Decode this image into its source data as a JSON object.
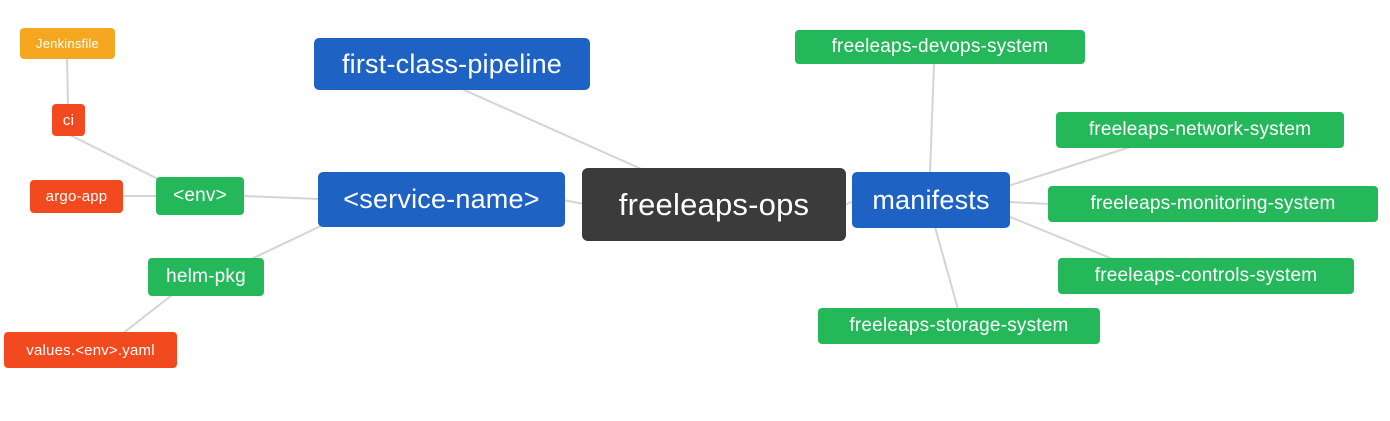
{
  "diagram": {
    "type": "mindmap",
    "root_label": "freeleaps-ops",
    "colors": {
      "root_node": "#3b3b3b",
      "primary_node": "#1e63c4",
      "secondary_node": "#25b85a",
      "accent_node": "#f24a1e",
      "amber_node": "#f5a81f",
      "edge": "#d4d4d4",
      "text": "#ffffff"
    },
    "nodes": {
      "root": {
        "label": "freeleaps-ops"
      },
      "first_class_pipeline": {
        "label": "first-class-pipeline"
      },
      "service_name": {
        "label": "<service-name>"
      },
      "env": {
        "label": "<env>"
      },
      "ci": {
        "label": "ci"
      },
      "jenkinsfile": {
        "label": "Jenkinsfile"
      },
      "argo_app": {
        "label": "argo-app"
      },
      "helm_pkg": {
        "label": "helm-pkg"
      },
      "values_env_yaml": {
        "label": "values.<env>.yaml"
      },
      "manifests": {
        "label": "manifests"
      },
      "devops_system": {
        "label": "freeleaps-devops-system"
      },
      "network_system": {
        "label": "freeleaps-network-system"
      },
      "monitoring_system": {
        "label": "freeleaps-monitoring-system"
      },
      "controls_system": {
        "label": "freeleaps-controls-system"
      },
      "storage_system": {
        "label": "freeleaps-storage-system"
      }
    },
    "edges": [
      [
        "jenkinsfile",
        "ci"
      ],
      [
        "ci",
        "env"
      ],
      [
        "argo_app",
        "env"
      ],
      [
        "env",
        "service_name"
      ],
      [
        "service_name",
        "helm_pkg"
      ],
      [
        "helm_pkg",
        "values_env_yaml"
      ],
      [
        "service_name",
        "root"
      ],
      [
        "first_class_pipeline",
        "root"
      ],
      [
        "root",
        "manifests"
      ],
      [
        "manifests",
        "devops_system"
      ],
      [
        "manifests",
        "network_system"
      ],
      [
        "manifests",
        "monitoring_system"
      ],
      [
        "manifests",
        "controls_system"
      ],
      [
        "manifests",
        "storage_system"
      ]
    ]
  }
}
